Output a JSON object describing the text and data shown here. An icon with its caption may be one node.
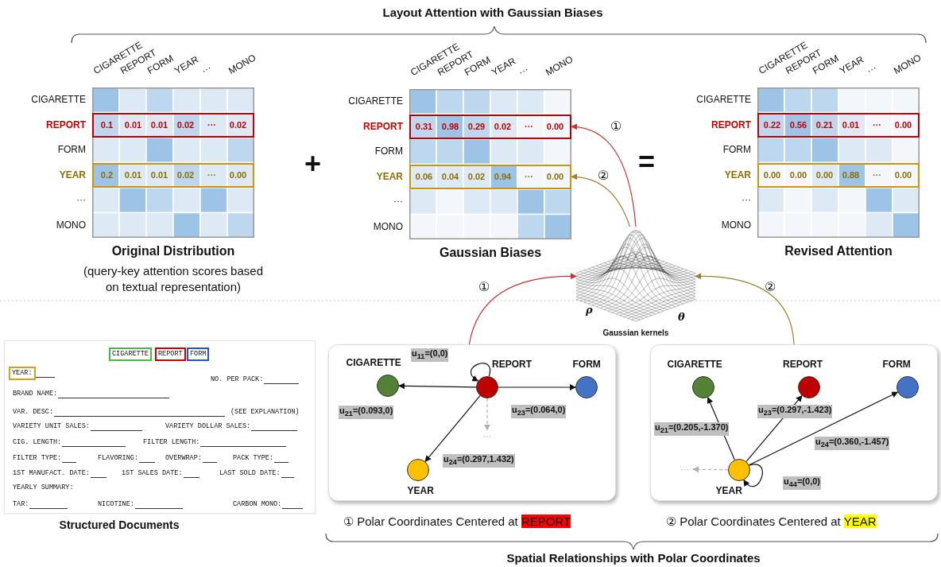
{
  "diagram": {
    "title": "Layout Attention with Gaussian Biases",
    "caption": "Spatial Relationships with Polar Coordinates",
    "nodes": [
      {
        "text": [
          "Original Distribution",
          "(query-key attention scores based on textual representation)"
        ],
        "beside": [
          "CIGARETTE",
          "REPORT",
          "FORM",
          "YEAR",
          "···",
          "MONO",
          "CIGARETTE",
          "REPORT",
          "FORM",
          "YEAR",
          "···",
          "MONO"
        ]
      },
      {
        "text": [
          "0.1",
          "0.01",
          "0.01",
          "0.02",
          "···",
          "0.02"
        ],
        "in": 0
      },
      {
        "text": [
          "0.2",
          "0.01",
          "0.01",
          "0.02",
          "···",
          "0.00"
        ],
        "in": 0
      },
      {
        "text": [
          "Gaussian Biases"
        ],
        "beside": [
          "CIGARETTE",
          "REPORT",
          "FORM",
          "YEAR",
          "···",
          "MONO",
          "CIGARETTE",
          "REPORT",
          "FORM",
          "YEAR",
          "···",
          "MONO"
        ]
      },
      {
        "text": [
          "0.31",
          "0.98",
          "0.29",
          "0.02",
          "···",
          "0.00"
        ],
        "in": 3
      },
      {
        "text": [
          "0.06",
          "0.04",
          "0.02",
          "0.94",
          "···",
          "0.00"
        ],
        "in": 3
      },
      {
        "text": [
          "Revised Attention"
        ],
        "beside": [
          "CIGARETTE",
          "REPORT",
          "FORM",
          "YEAR",
          "···",
          "MONO",
          "CIGARETTE",
          "REPORT",
          "FORM",
          "YEAR",
          "···",
          "MONO"
        ]
      },
      {
        "text": [
          "0.22",
          "0.56",
          "0.21",
          "0.01",
          "···",
          "0.00"
        ],
        "in": 6
      },
      {
        "text": [
          "0.00",
          "0.00",
          "0.00",
          "0.88",
          "···",
          "0.00"
        ],
        "in": 6
      },
      {
        "text": [
          "Gaussian kernels",
          "ρ",
          "θ"
        ]
      },
      {
        "text": [
          "Structured Documents",
          "NO. PER PACK:",
          "BRAND NAME:",
          "VAR. DESC:",
          "(SEE EXPLANATION)",
          "VARIETY UNIT SALES:",
          "VARIETY DOLLAR SALES:",
          "CIG. LENGTH:",
          "FILTER LENGTH:",
          "FILTER TYPE:",
          "FLAVORING:",
          "OVERWRAP:",
          "PACK TYPE:",
          "1ST MANUFACT. DATE:",
          "1ST SALES DATE:",
          "LAST SOLD DATE:",
          "YEARLY SUMMARY:",
          "TAR:",
          "NICOTINE:",
          "CARBON MONO:"
        ]
      },
      {
        "text": [
          "CIGARETTE"
        ],
        "in": 10
      },
      {
        "text": [
          "REPORT"
        ],
        "in": 10
      },
      {
        "text": [
          "FORM"
        ],
        "in": 10
      },
      {
        "text": [
          "YEAR:"
        ],
        "in": 10
      },
      {
        "text": [
          "① Polar Coordinates Centered at",
          "REPORT"
        ]
      },
      {
        "text": [
          "CIGARETTE"
        ],
        "in": 15
      },
      {
        "text": [
          "REPORT"
        ],
        "in": 15
      },
      {
        "text": [
          "FORM"
        ],
        "in": 15
      },
      {
        "text": [
          "YEAR"
        ],
        "in": 15
      },
      {
        "text": [
          "···"
        ],
        "in": 15
      },
      {
        "text": [
          "② Polar Coordinates Centered at",
          "YEAR"
        ]
      },
      {
        "text": [
          "CIGARETTE"
        ],
        "in": 21
      },
      {
        "text": [
          "REPORT"
        ],
        "in": 21
      },
      {
        "text": [
          "FORM"
        ],
        "in": 21
      },
      {
        "text": [
          "YEAR"
        ],
        "in": 21
      },
      {
        "text": [
          "···"
        ],
        "in": 21
      }
    ],
    "edges": [
      {
        "from": 17,
        "to": 16,
        "arrow": "to",
        "label": "u$_{21}$=(0.093,0)"
      },
      {
        "from": 17,
        "to": 17,
        "arrow": "to",
        "label": "u$_{11}$=(0,0)"
      },
      {
        "from": 17,
        "to": 18,
        "arrow": "to",
        "label": "u$_{23}$=(0.064,0)"
      },
      {
        "from": 17,
        "to": 19,
        "arrow": "to",
        "label": "u$_{24}$=(0.297,1.432)"
      },
      {
        "from": 17,
        "to": 20,
        "arrow": "to",
        "style": "dashed",
        "color": "#b0b0b0"
      },
      {
        "from": 25,
        "to": 22,
        "arrow": "to",
        "label": "u$_{21}$=(0.205,-1.370)"
      },
      {
        "from": 25,
        "to": 23,
        "arrow": "to",
        "label": "u$_{23}$=(0.297,-1.423)"
      },
      {
        "from": 25,
        "to": 24,
        "arrow": "to",
        "label": "u$_{24}$=(0.360,-1.457)"
      },
      {
        "from": 25,
        "to": 25,
        "arrow": "to",
        "label": "u$_{44}$=(0,0)"
      },
      {
        "from": 25,
        "to": 26,
        "arrow": "to",
        "style": "dashed",
        "color": "#b0b0b0"
      },
      {
        "from": 15,
        "to": 9,
        "arrow": "to",
        "label": "①",
        "color": "#d03030"
      },
      {
        "from": 21,
        "to": 9,
        "arrow": "to",
        "label": "②",
        "color": "#a08030"
      },
      {
        "from": 9,
        "to": 4,
        "arrow": "to",
        "label": "①",
        "color": "#d03030"
      },
      {
        "from": 9,
        "to": 5,
        "arrow": "to",
        "label": "②",
        "color": "#a08030"
      }
    ],
    "labels": [
      "+",
      "="
    ]
  }
}
